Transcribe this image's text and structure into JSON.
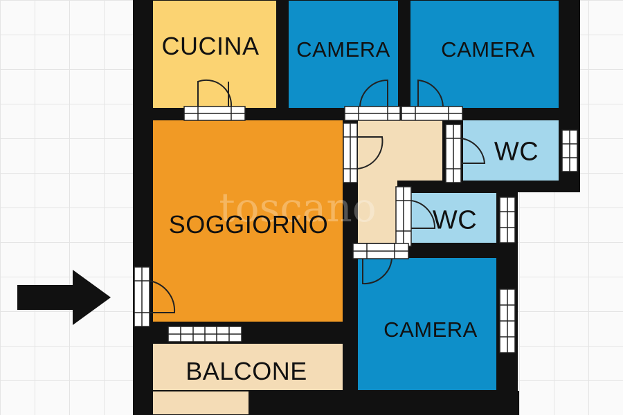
{
  "plan": {
    "rooms": {
      "cucina": {
        "label": "CUCINA",
        "color": "#fbd372"
      },
      "camera_1": {
        "label": "CAMERA",
        "color": "#0e8fc9"
      },
      "camera_2": {
        "label": "CAMERA",
        "color": "#0e8fc9"
      },
      "soggiorno": {
        "label": "SOGGIORNO",
        "color": "#f19a25"
      },
      "wc_1": {
        "label": "WC",
        "color": "#a4d7ec"
      },
      "wc_2": {
        "label": "WC",
        "color": "#a4d7ec"
      },
      "camera_3": {
        "label": "CAMERA",
        "color": "#0e8fc9"
      },
      "balcone": {
        "label": "BALCONE",
        "color": "#f4dcb6"
      },
      "disimpegno": {
        "color": "#f3ddb8"
      }
    },
    "wall_color": "#111111",
    "entrance_arrow": {
      "icon": "arrow-right-icon",
      "color": "#111111"
    },
    "watermark": "toscano"
  }
}
